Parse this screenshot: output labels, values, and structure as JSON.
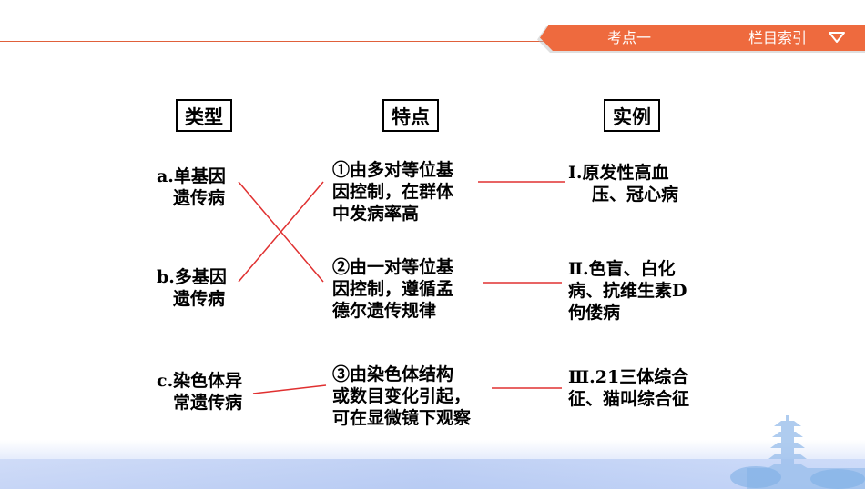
{
  "header": {
    "section_tab": "考点一",
    "index_label": "栏目索引"
  },
  "colors": {
    "banner": "#ee6a3e",
    "connector": "#e03030",
    "bottom_band": "#c2d3f5"
  },
  "icons": {
    "index_dropdown": "triangle-down-icon"
  },
  "table": {
    "headers": {
      "type": "类型",
      "feature": "特点",
      "example": "实例"
    },
    "types": [
      {
        "line1": "a.单基因",
        "line2": "遗传病"
      },
      {
        "line1": "b.多基因",
        "line2": "遗传病"
      },
      {
        "line1": "c.染色体异",
        "line2": "常遗传病"
      }
    ],
    "features": [
      {
        "line1": "①由多对等位基",
        "line2": "因控制，在群体",
        "line3": "中发病率高"
      },
      {
        "line1": "②由一对等位基",
        "line2": "因控制，遵循孟",
        "line3": "德尔遗传规律"
      },
      {
        "line1": "③由染色体结构",
        "line2": "或数目变化引起，",
        "line3": "可在显微镜下观察"
      }
    ],
    "examples": [
      {
        "line1": "Ⅰ.原发性高血",
        "line2": "压、冠心病"
      },
      {
        "line1": "Ⅱ.色盲、白化",
        "line2": "病、抗维生素D",
        "line3": "佝偻病"
      },
      {
        "line1": "Ⅲ.21三体综合",
        "line2": "征、猫叫综合征"
      }
    ]
  }
}
